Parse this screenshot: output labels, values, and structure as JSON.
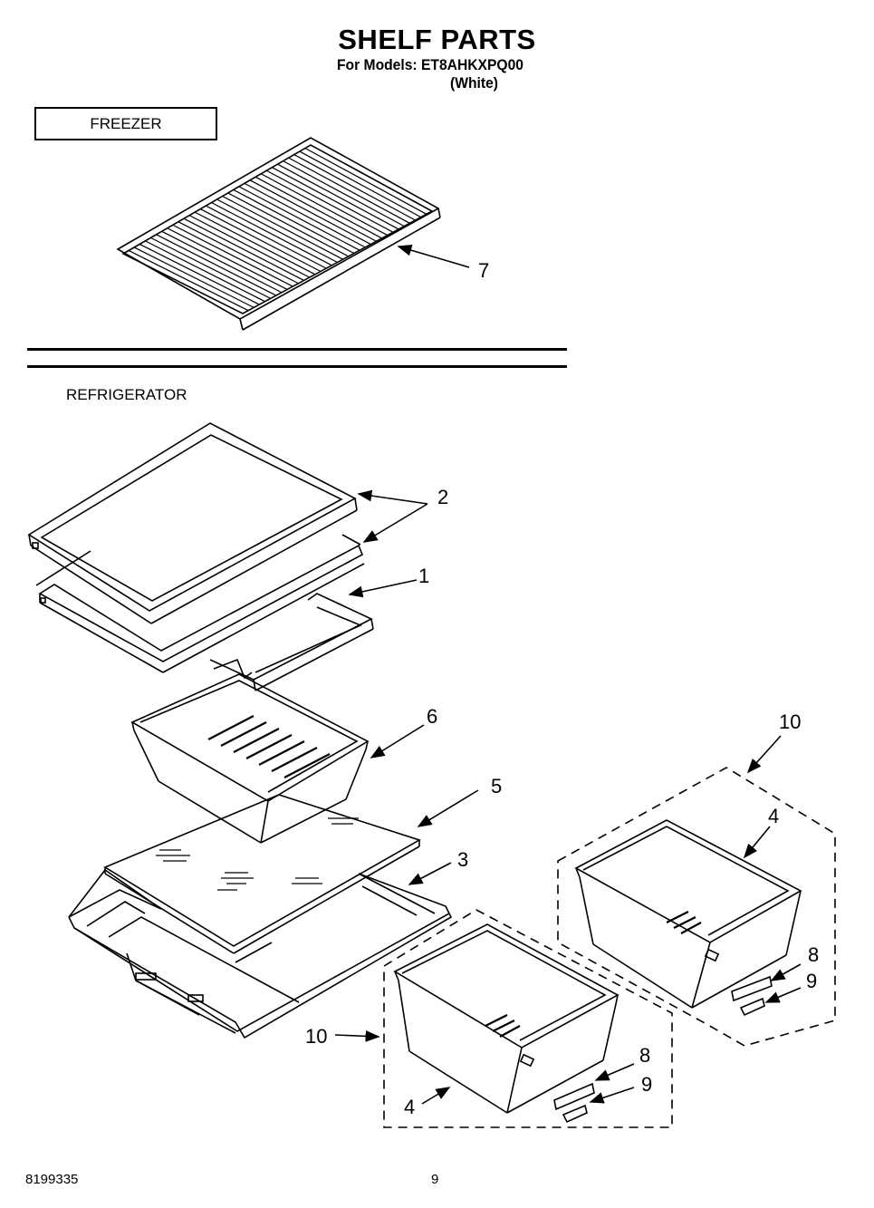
{
  "header": {
    "title": "SHELF PARTS",
    "models_line": "For Models: ET8AHKXPQ00",
    "color_line": "(White)"
  },
  "sections": {
    "freezer": "FREEZER",
    "refrigerator": "REFRIGERATOR"
  },
  "callouts": {
    "c1": "1",
    "c2": "2",
    "c3": "3",
    "c4a": "4",
    "c4b": "4",
    "c5": "5",
    "c6": "6",
    "c7": "7",
    "c8a": "8",
    "c8b": "8",
    "c9a": "9",
    "c9b": "9",
    "c10a": "10",
    "c10b": "10"
  },
  "footer": {
    "part_number": "8199335",
    "page_number": "9"
  }
}
